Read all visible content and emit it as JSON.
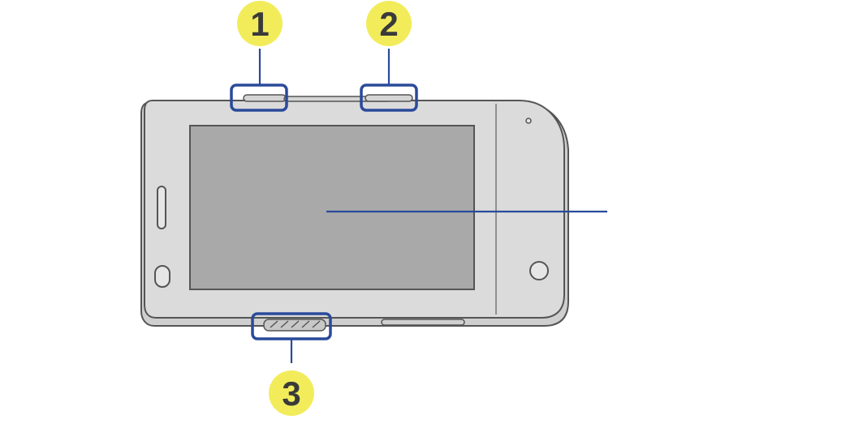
{
  "callouts": [
    {
      "number": "1"
    },
    {
      "number": "2"
    },
    {
      "number": "3"
    }
  ],
  "colors": {
    "callout_fill": "#F2EC5A",
    "callout_text": "#3A3A3A",
    "highlight": "#2A4A9A",
    "device_body": "#D9D9D9",
    "device_outline": "#555555",
    "screen": "#A9A9A9"
  }
}
